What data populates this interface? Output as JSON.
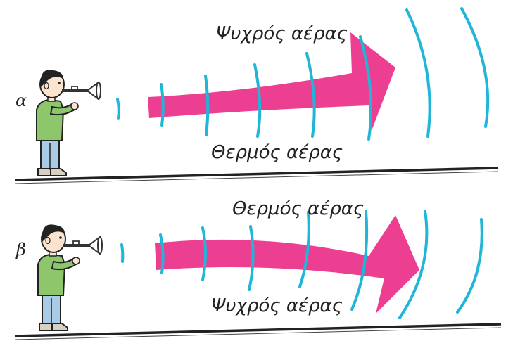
{
  "panels": [
    {
      "letter": "α",
      "top_label": "Ψυχρός αέρας",
      "bottom_label": "Θερμός αέρας",
      "colors": {
        "arrow": "#ec3f92",
        "waves": "#1fb6d8",
        "shirt": "#8dc66b",
        "pants": "#a9cbe6"
      }
    },
    {
      "letter": "β",
      "top_label": "Θερμός αέρας",
      "bottom_label": "Ψυχρός αέρας",
      "colors": {
        "arrow": "#ec3f92",
        "waves": "#1fb6d8",
        "shirt": "#8dc66b",
        "pants": "#a9cbe6"
      }
    }
  ]
}
